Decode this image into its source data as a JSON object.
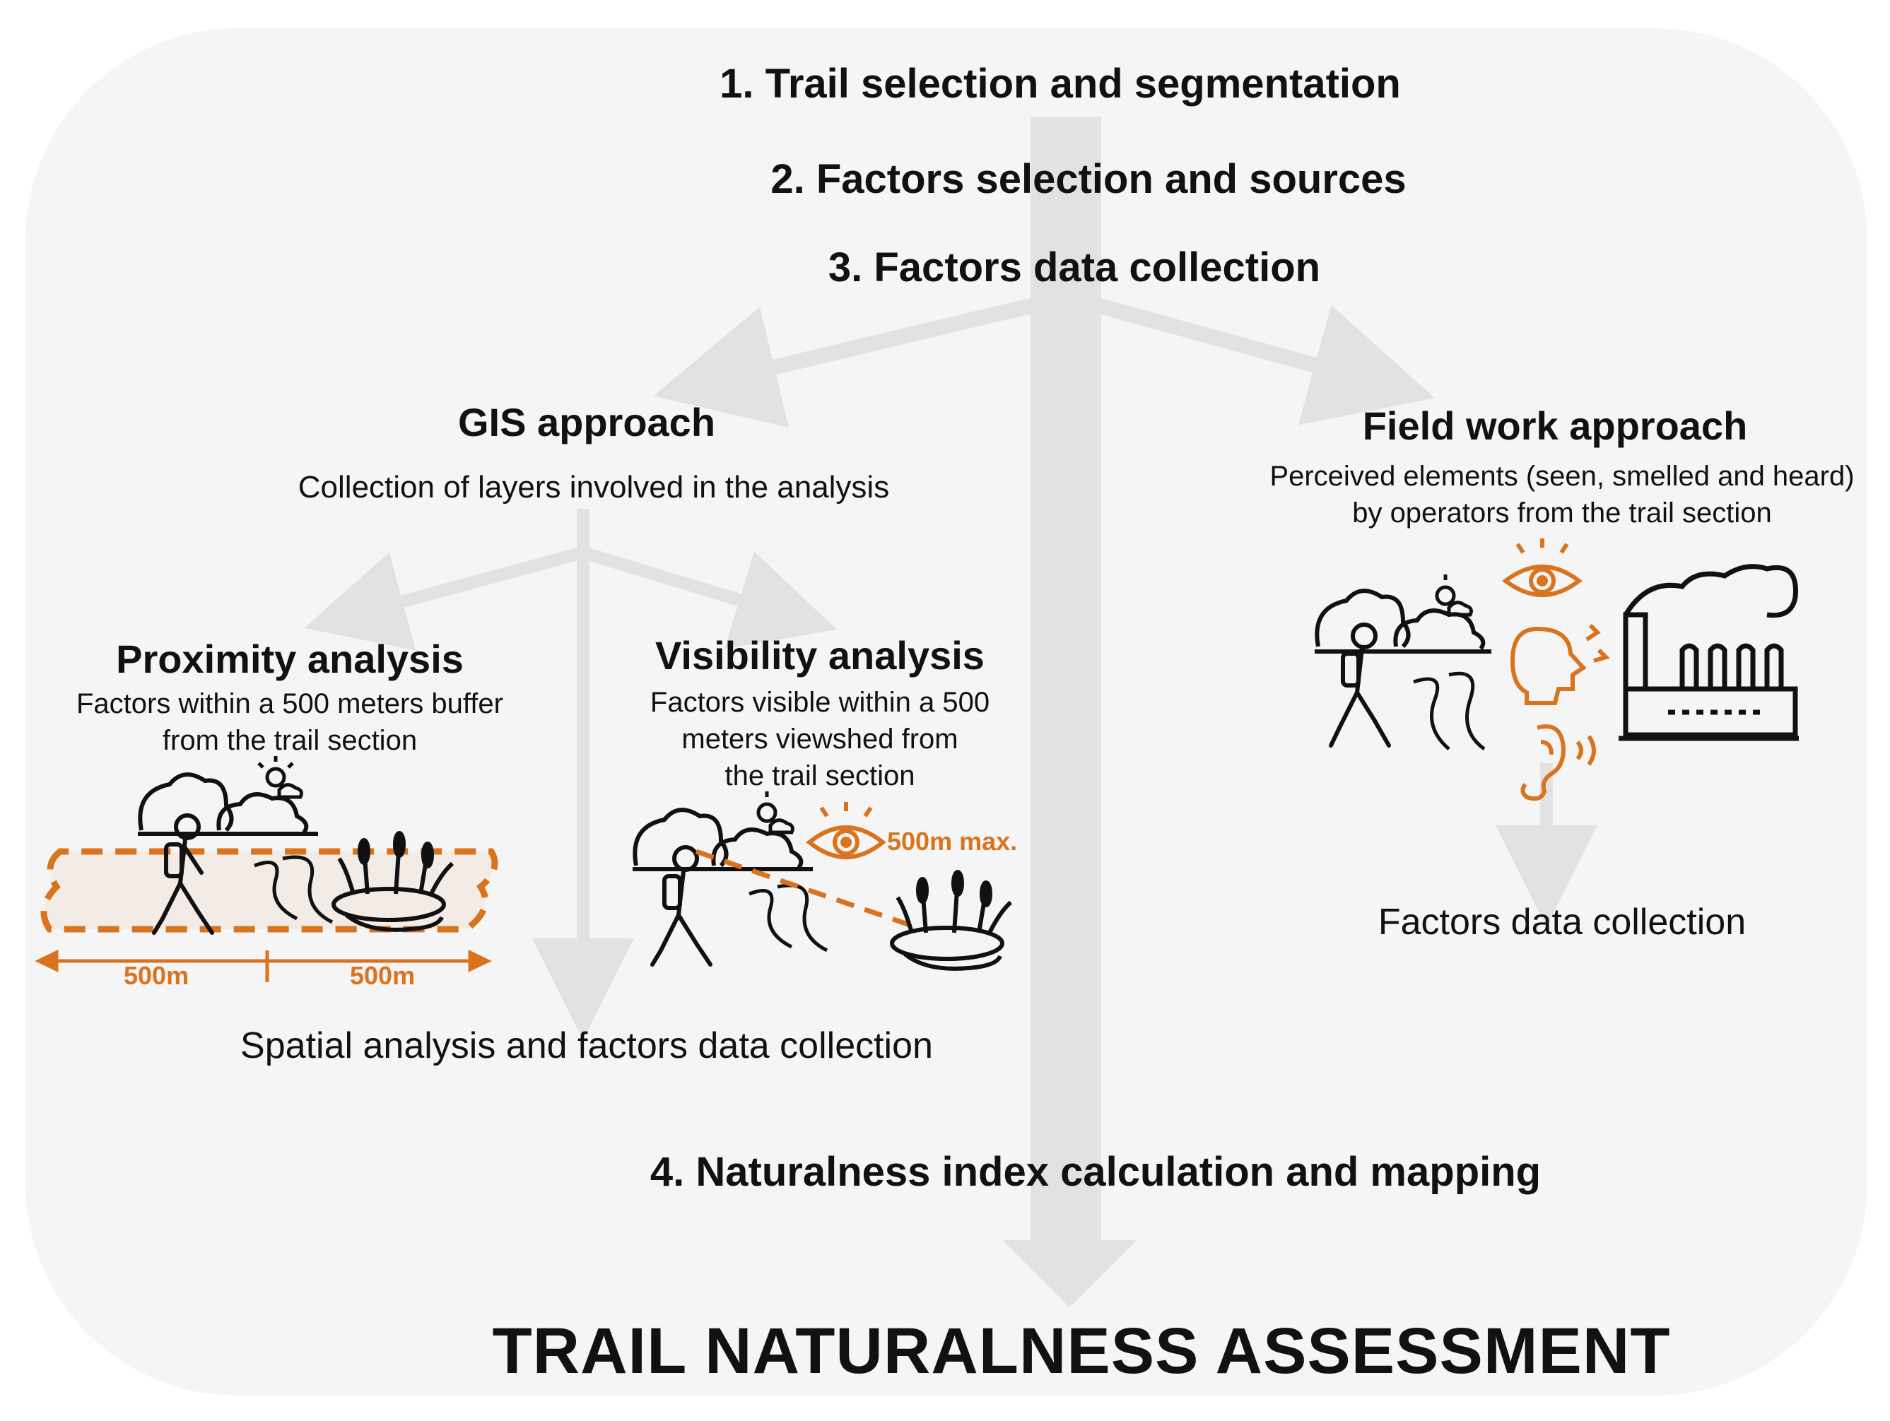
{
  "steps": {
    "step1": "1. Trail selection and segmentation",
    "step2": "2. Factors selection and sources",
    "step3": "3. Factors data collection",
    "step4": "4. Naturalness index calculation and mapping"
  },
  "gis": {
    "title": "GIS approach",
    "description": "Collection of layers involved in the analysis",
    "proximity": {
      "title": "Proximity analysis",
      "line1": "Factors within a 500 meters buffer",
      "line2": "from the trail section",
      "left_distance": "500m",
      "right_distance": "500m"
    },
    "visibility": {
      "title": "Visibility analysis",
      "line1": "Factors visible within a 500",
      "line2": "meters viewshed from",
      "line3": "the trail section",
      "max_label": "500m max."
    },
    "result": "Spatial analysis and factors data collection"
  },
  "field": {
    "title": "Field work approach",
    "line1": "Perceived elements (seen, smelled and heard)",
    "line2": "by operators from the trail section",
    "result": "Factors data collection"
  },
  "final": "TRAIL NATURALNESS ASSESSMENT",
  "colors": {
    "accent": "#d9731d",
    "panel": "#f5f5f5",
    "arrow": "#e2e2e2",
    "text": "#111111"
  },
  "icons": [
    "hiker-icon",
    "bush-icon",
    "sun-cloud-icon",
    "trail-path-icon",
    "wetland-reeds-icon",
    "eye-icon",
    "nose-smell-icon",
    "ear-icon",
    "factory-icon"
  ]
}
